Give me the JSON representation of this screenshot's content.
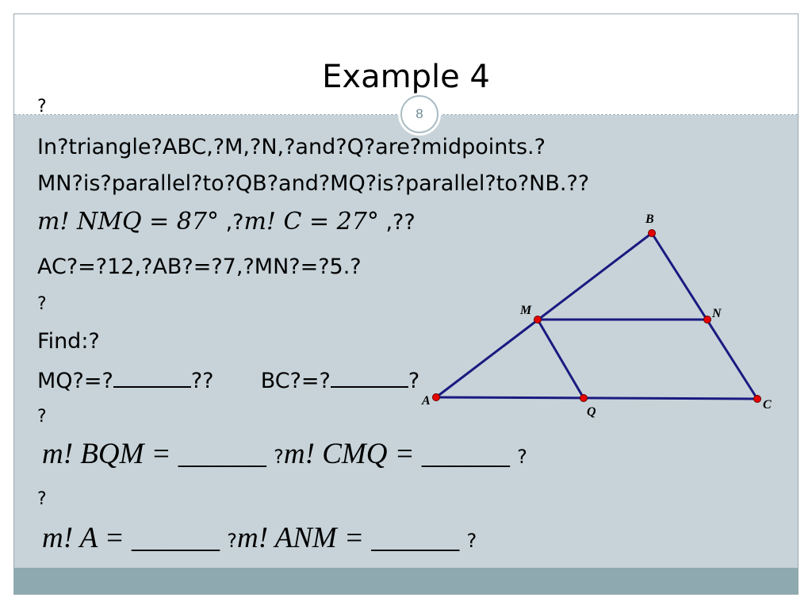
{
  "title": "Example 4",
  "slide_number": "8",
  "placeholder_glyph": "?",
  "lines": {
    "given_1": "In?triangle?ABC,?M,?N,?and?Q?are?midpoints.?",
    "given_2": "MN?is?parallel?to?QB?and?MQ?is?parallel?to?NB.??",
    "angle_given_a": "m!  NMQ = 87°",
    "angle_sep": " ,?",
    "angle_given_b": "m!  C = 27°",
    "angle_tail": " ,??",
    "lengths": "AC?=?12,?AB?=?7,?MN?=?5.?",
    "find_label": "Find:?",
    "mq_label": "MQ?=?",
    "mq_tail": "??",
    "bc_label": "BC?=?",
    "bc_tail": "?",
    "angles_row1_a": "m!  BQM = ______",
    "angles_row1_b": "m!  CMQ = ______",
    "angles_row2_a": "m!  A = ______",
    "angles_row2_b": "m!  ANM = ______"
  },
  "figure": {
    "labels": {
      "A": "A",
      "B": "B",
      "C": "C",
      "M": "M",
      "N": "N",
      "Q": "Q"
    },
    "line_color": "#1a1a80",
    "point_color": "#e60000"
  }
}
